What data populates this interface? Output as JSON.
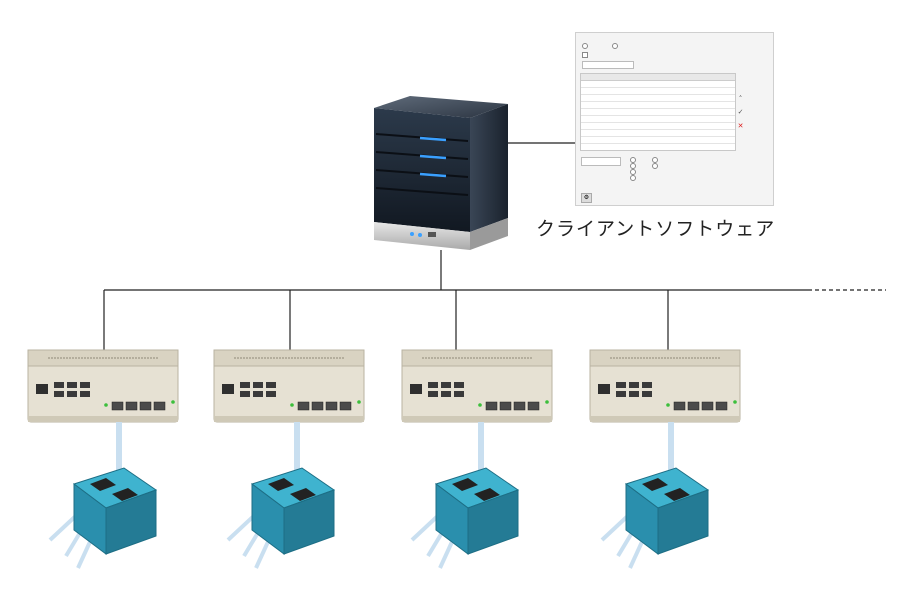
{
  "caption": "クライアントソフトウェア",
  "modules": [
    {
      "id": "module-1"
    },
    {
      "id": "module-2"
    },
    {
      "id": "module-3"
    },
    {
      "id": "module-4"
    }
  ],
  "sensors": [
    {
      "id": "sensor-1"
    },
    {
      "id": "sensor-2"
    },
    {
      "id": "sensor-3"
    },
    {
      "id": "sensor-4"
    }
  ],
  "colors": {
    "line": "#222222",
    "server_body": "#1e2a38",
    "server_led": "#3aa0ff",
    "module_body": "#e6e1d3",
    "sensor_box": "#2a8fad",
    "sensor_top": "#3fb3cf",
    "cable": "#c9dff0"
  },
  "icons": [
    "server-icon",
    "io-module-icon",
    "sensor-box-icon",
    "client-window-icon"
  ]
}
